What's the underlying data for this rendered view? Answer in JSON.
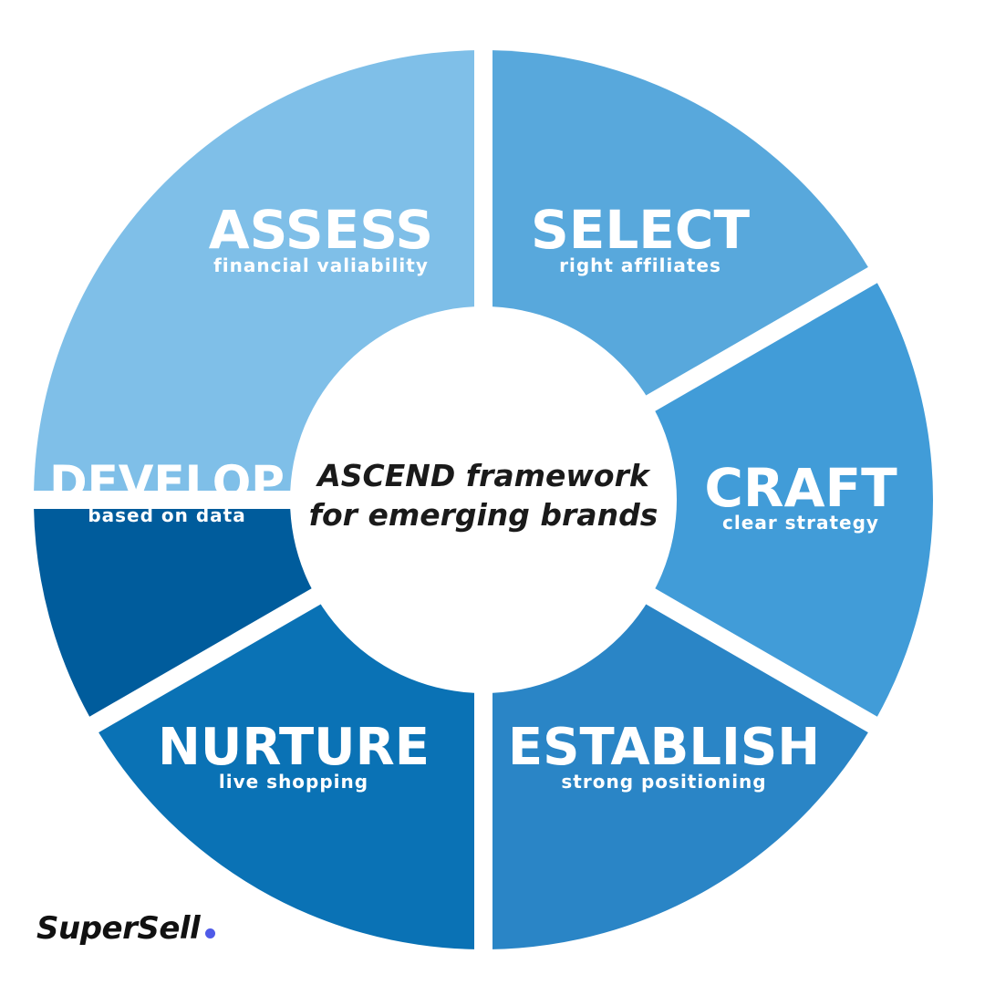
{
  "center": {
    "line1": "ASCEND framework",
    "line2": "for emerging brands"
  },
  "segments": [
    {
      "title": "ASSESS",
      "subtitle": "financial valiability",
      "color": "#7FBFE8"
    },
    {
      "title": "SELECT",
      "subtitle": "right affiliates",
      "color": "#58A8DC"
    },
    {
      "title": "CRAFT",
      "subtitle": "clear strategy",
      "color": "#419CD8"
    },
    {
      "title": "ESTABLISH",
      "subtitle": "strong positioning",
      "color": "#2A85C6"
    },
    {
      "title": "NURTURE",
      "subtitle": "live shopping",
      "color": "#0A72B5"
    },
    {
      "title": "DEVELOP",
      "subtitle": "based on data",
      "color": "#005C9C"
    }
  ],
  "brand": {
    "name": "SuperSell",
    "dot_color": "#4F5BE8"
  }
}
